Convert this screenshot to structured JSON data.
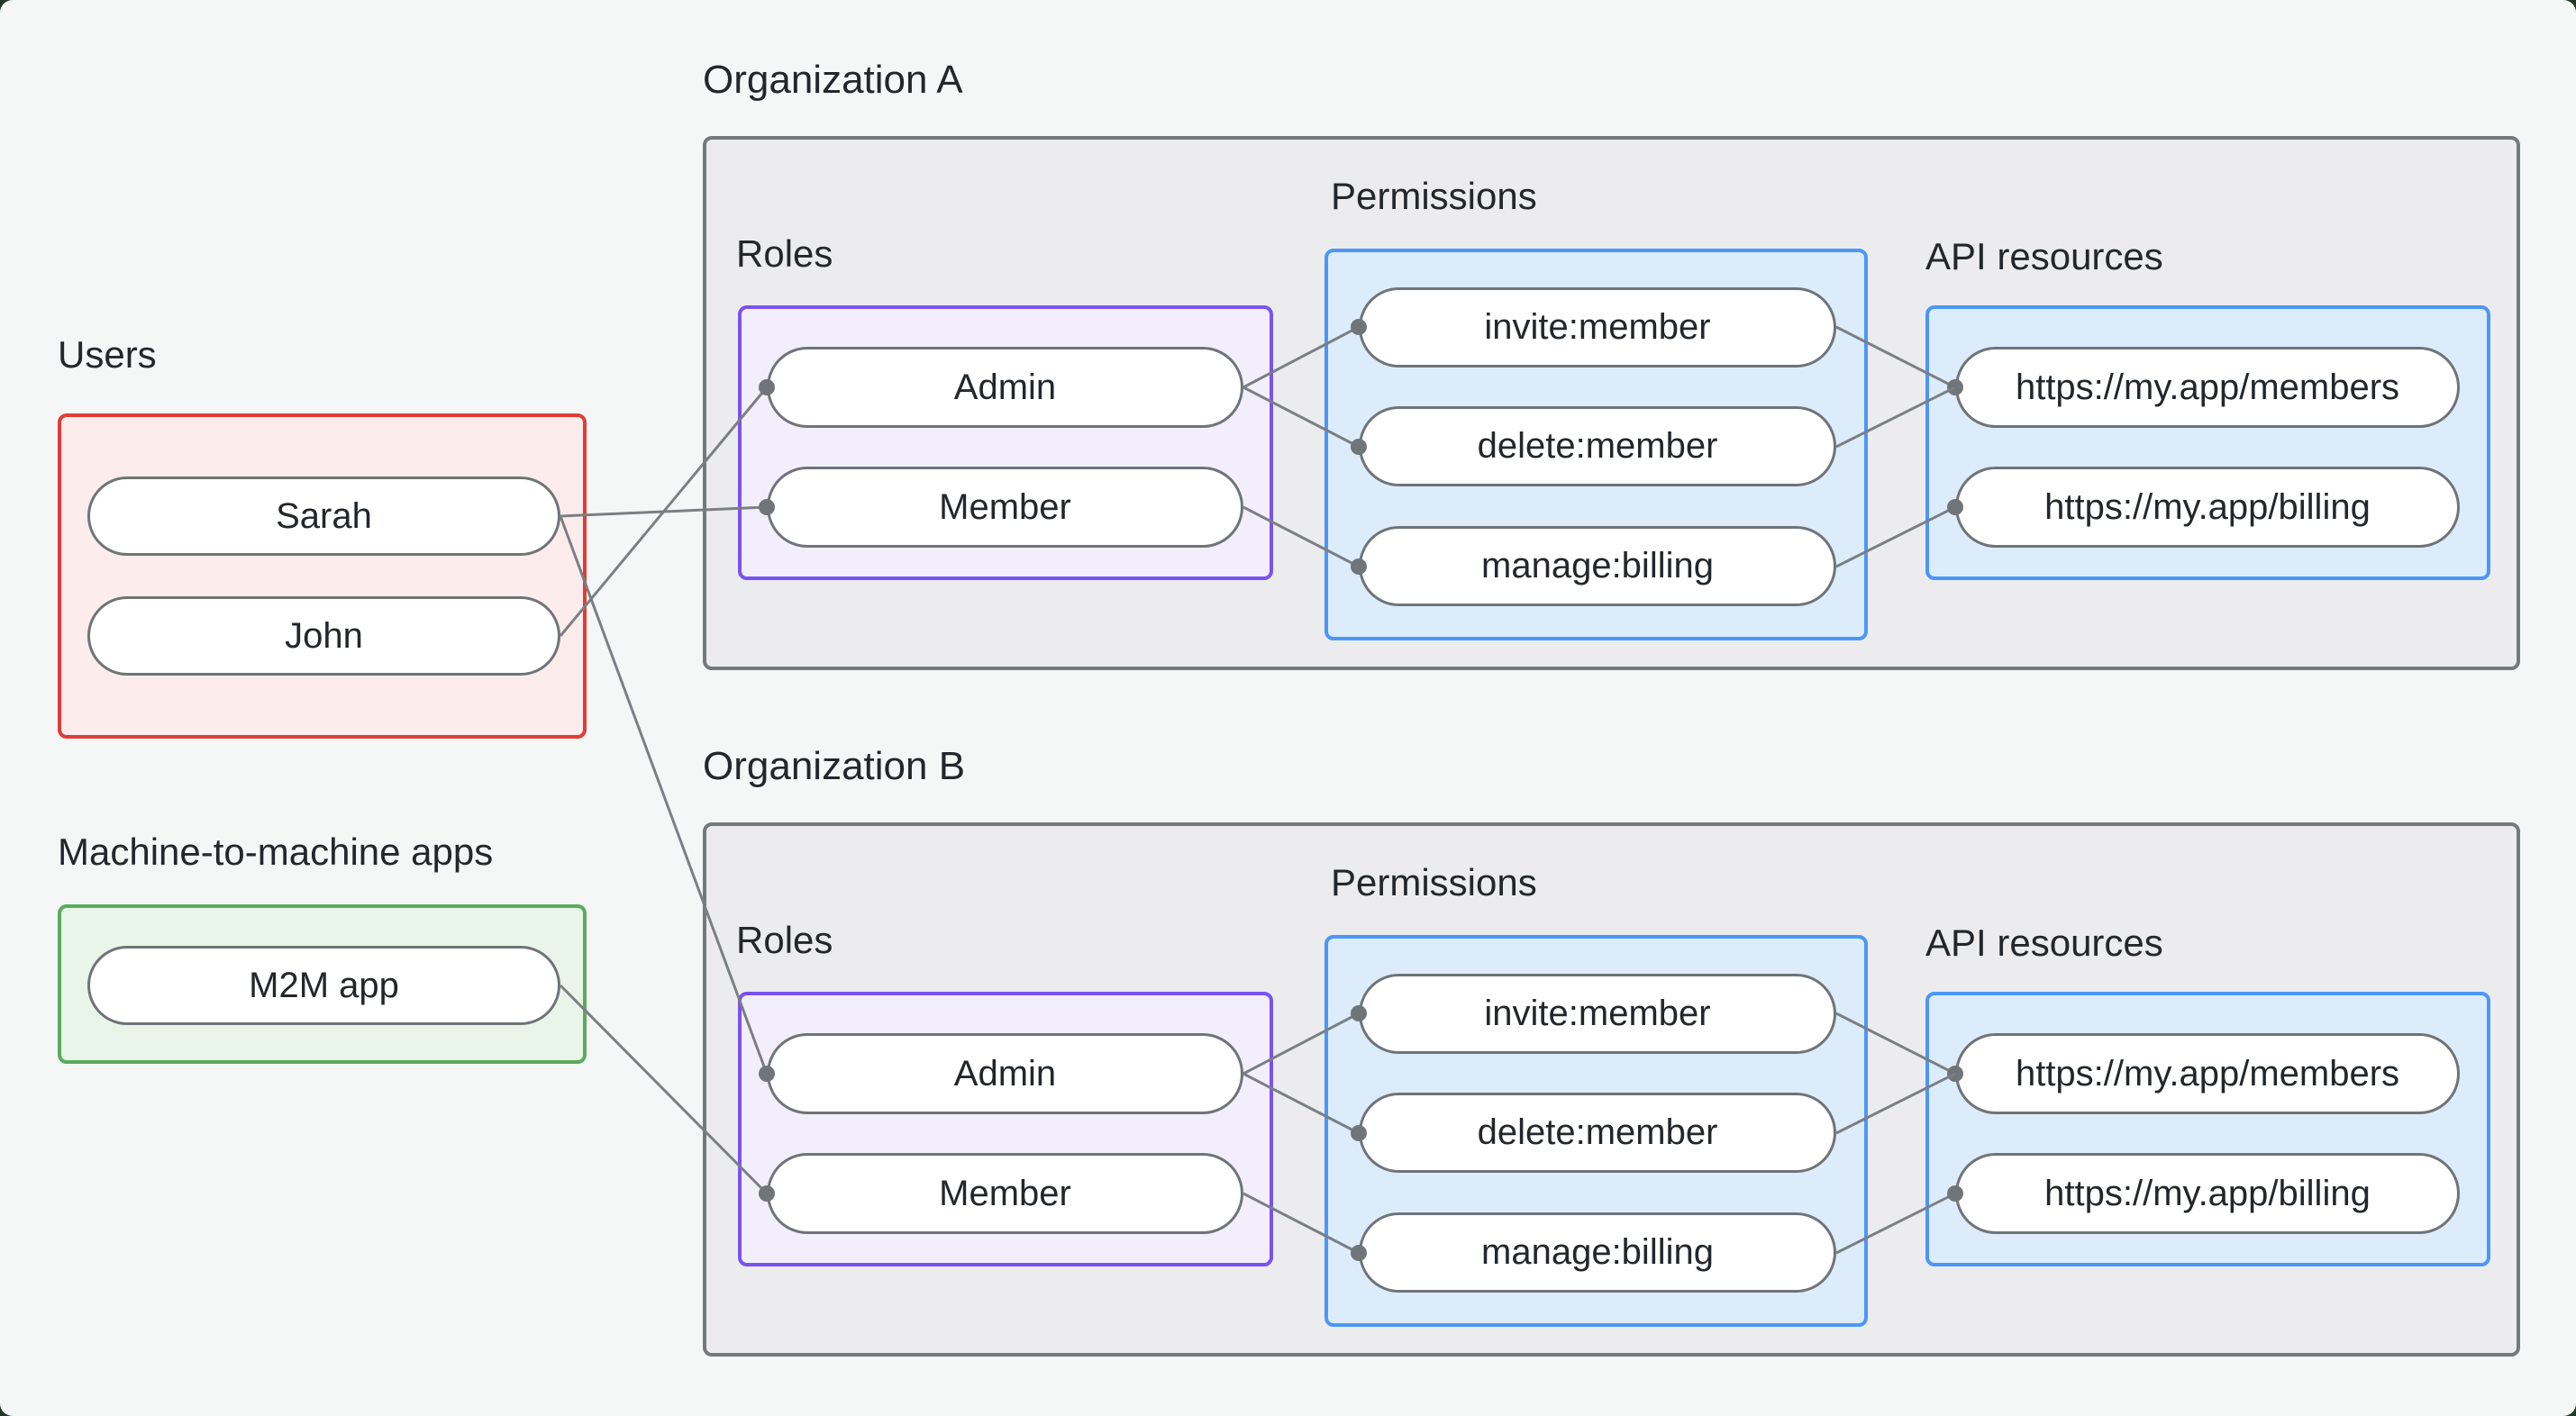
{
  "groups": {
    "users": {
      "label": "Users",
      "items": [
        "Sarah",
        "John"
      ]
    },
    "m2m_apps": {
      "label": "Machine-to-machine apps",
      "items": [
        "M2M app"
      ]
    }
  },
  "organizations": [
    {
      "title": "Organization A",
      "roles": {
        "label": "Roles",
        "items": [
          "Admin",
          "Member"
        ]
      },
      "permissions": {
        "label": "Permissions",
        "items": [
          "invite:member",
          "delete:member",
          "manage:billing"
        ]
      },
      "api_resources": {
        "label": "API resources",
        "items": [
          "https://my.app/members",
          "https://my.app/billing"
        ]
      }
    },
    {
      "title": "Organization B",
      "roles": {
        "label": "Roles",
        "items": [
          "Admin",
          "Member"
        ]
      },
      "permissions": {
        "label": "Permissions",
        "items": [
          "invite:member",
          "delete:member",
          "manage:billing"
        ]
      },
      "api_resources": {
        "label": "API resources",
        "items": [
          "https://my.app/members",
          "https://my.app/billing"
        ]
      }
    }
  ],
  "edges": [
    {
      "from": "users.Sarah",
      "to": "orgA.roles.Member"
    },
    {
      "from": "users.John",
      "to": "orgA.roles.Admin"
    },
    {
      "from": "users.Sarah",
      "to": "orgB.roles.Admin"
    },
    {
      "from": "m2m_apps.M2M app",
      "to": "orgB.roles.Member"
    },
    {
      "from": "orgA.roles.Admin",
      "to": "orgA.permissions.invite:member"
    },
    {
      "from": "orgA.roles.Admin",
      "to": "orgA.permissions.delete:member"
    },
    {
      "from": "orgA.roles.Member",
      "to": "orgA.permissions.manage:billing"
    },
    {
      "from": "orgA.permissions.invite:member",
      "to": "orgA.api_resources.https://my.app/members"
    },
    {
      "from": "orgA.permissions.delete:member",
      "to": "orgA.api_resources.https://my.app/members"
    },
    {
      "from": "orgA.permissions.manage:billing",
      "to": "orgA.api_resources.https://my.app/billing"
    },
    {
      "from": "orgB.roles.Admin",
      "to": "orgB.permissions.invite:member"
    },
    {
      "from": "orgB.roles.Admin",
      "to": "orgB.permissions.delete:member"
    },
    {
      "from": "orgB.roles.Member",
      "to": "orgB.permissions.manage:billing"
    },
    {
      "from": "orgB.permissions.invite:member",
      "to": "orgB.api_resources.https://my.app/members"
    },
    {
      "from": "orgB.permissions.delete:member",
      "to": "orgB.api_resources.https://my.app/members"
    },
    {
      "from": "orgB.permissions.manage:billing",
      "to": "orgB.api_resources.https://my.app/billing"
    }
  ],
  "colors": {
    "canvas_bg": "#f5f7f6",
    "org_box_fill": "#ececee",
    "org_box_border": "#74797d",
    "users_fill": "#fdecec",
    "users_border": "#e23c36",
    "m2m_fill": "#e9f5e9",
    "m2m_border": "#57ad5a",
    "roles_fill": "#f3eefc",
    "roles_border": "#7a52f2",
    "blue_fill": "#ddecfb",
    "blue_border": "#4b97f7",
    "node_fill": "#ffffff",
    "node_border": "#6e7478",
    "edge": "#7a7f83",
    "text": "#23272b"
  }
}
